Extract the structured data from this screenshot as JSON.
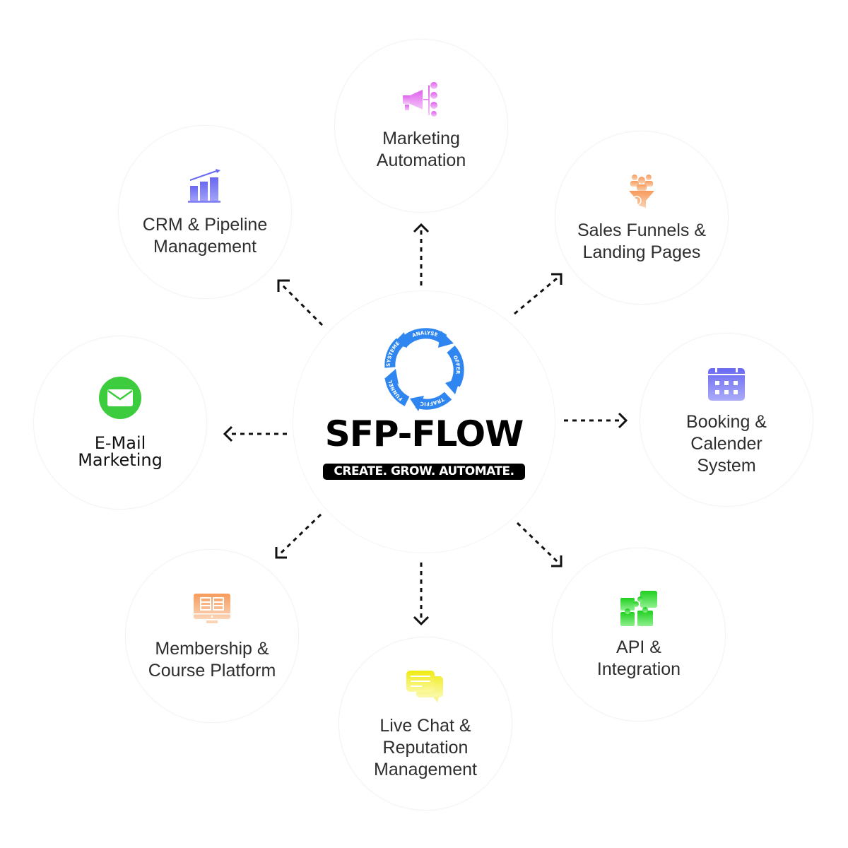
{
  "center": {
    "title": "SFP-FLOW",
    "tagline": "CREATE. GROW. AUTOMATE.",
    "cycle_steps": [
      "ANALYSE",
      "OFFER",
      "TRAFFIC",
      "FUNNEL",
      "SYSTEME"
    ],
    "cycle_color": "#2f86f0"
  },
  "nodes": {
    "marketing_automation": {
      "label": "Marketing\nAutomation",
      "icon": "megaphone-network-icon",
      "color": "#e36ff0"
    },
    "crm": {
      "label": "CRM & Pipeline\nManagement",
      "icon": "bar-chart-trend-icon",
      "color": "#6f6ff5"
    },
    "sales_funnels": {
      "label": "Sales Funnels &\nLanding Pages",
      "icon": "funnel-people-icon",
      "color": "#f7a469"
    },
    "email": {
      "label": "E-Mail\nMarketing",
      "icon": "envelope-icon",
      "color": "#3dcc3d"
    },
    "booking": {
      "label": "Booking &\nCalender\nSystem",
      "icon": "calendar-icon",
      "color": "#6f6ff5"
    },
    "membership": {
      "label": "Membership &\nCourse Platform",
      "icon": "monitor-course-icon",
      "color": "#f7a469"
    },
    "live_chat": {
      "label": "Live Chat &\nReputation\nManagement",
      "icon": "chat-bubbles-icon",
      "color": "#f2ef1a"
    },
    "api": {
      "label": "API &\nIntegration",
      "icon": "puzzle-icon",
      "color": "#2fd12f"
    }
  }
}
